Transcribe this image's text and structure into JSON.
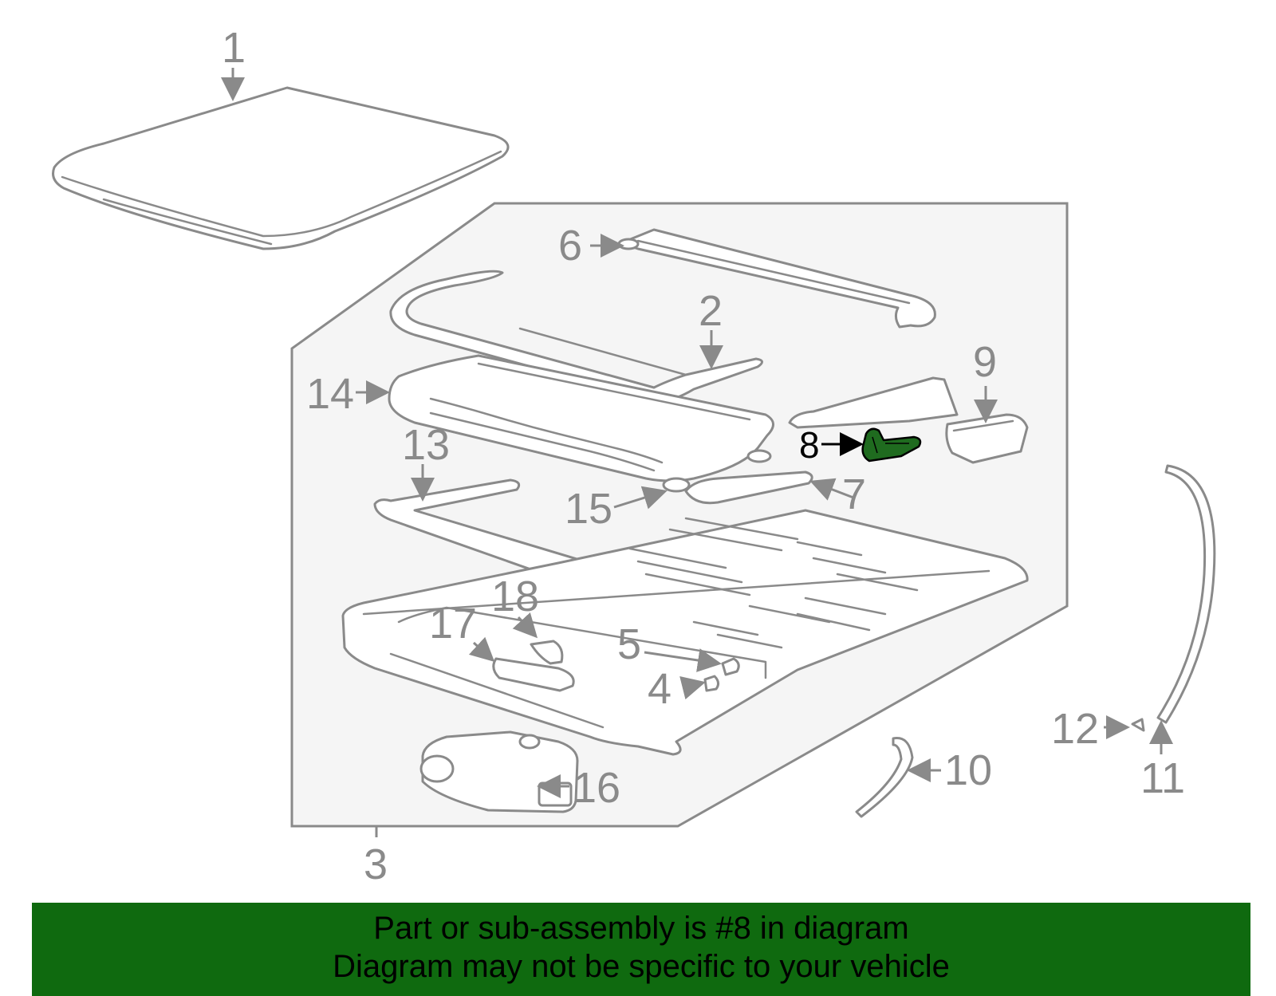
{
  "diagram": {
    "callouts": [
      "1",
      "2",
      "3",
      "4",
      "5",
      "6",
      "7",
      "8",
      "9",
      "10",
      "11",
      "12",
      "13",
      "14",
      "15",
      "16",
      "17",
      "18"
    ],
    "highlighted_callout": "8",
    "highlight_color": "#1f6b1f",
    "line_color": "#8a8a8a",
    "panel_color": "#f5f5f5"
  },
  "banner": {
    "line1": "Part or sub-assembly is #8 in diagram",
    "line2": "Diagram may not be specific to your vehicle",
    "background": "#0f6a0f"
  }
}
